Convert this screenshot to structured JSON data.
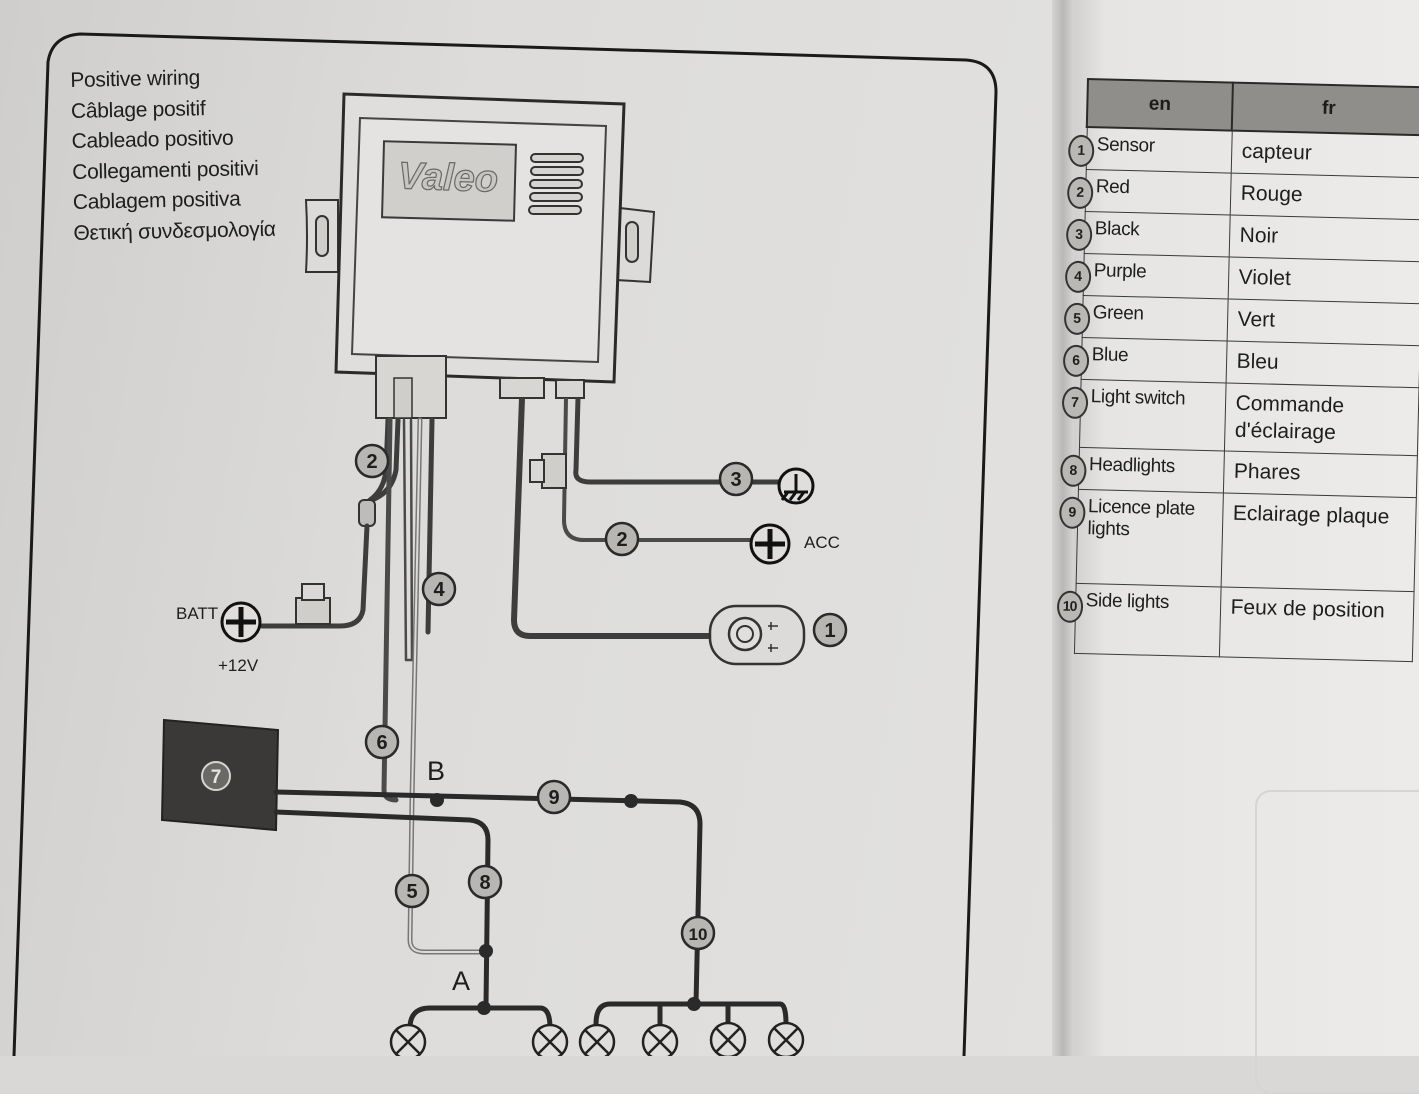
{
  "titles": [
    "Positive wiring",
    "Câblage positif",
    "Cableado positivo",
    "Collegamenti positivi",
    "Cablagem positiva",
    "Θετική συνδεσμολογία"
  ],
  "device": {
    "brand": "Valeo"
  },
  "labels": {
    "batt": "BATT",
    "plus12v": "+12V",
    "acc": "ACC",
    "node_b": "B",
    "node_a": "A"
  },
  "wire_badges": {
    "red_upper": "2",
    "purple": "4",
    "black_ground": "3",
    "red_acc": "2",
    "sensor": "1",
    "blue": "6",
    "licence": "9",
    "green": "5",
    "headlights": "8",
    "side_lights": "10",
    "switch": "7"
  },
  "legend": {
    "headers": {
      "en": "en",
      "fr": "fr"
    },
    "rows": [
      {
        "num": "1",
        "en": "Sensor",
        "fr": "capteur"
      },
      {
        "num": "2",
        "en": "Red",
        "fr": "Rouge"
      },
      {
        "num": "3",
        "en": "Black",
        "fr": "Noir"
      },
      {
        "num": "4",
        "en": "Purple",
        "fr": "Violet"
      },
      {
        "num": "5",
        "en": "Green",
        "fr": "Vert"
      },
      {
        "num": "6",
        "en": "Blue",
        "fr": "Bleu"
      },
      {
        "num": "7",
        "en": "Light switch",
        "fr": "Commande d'éclairage"
      },
      {
        "num": "8",
        "en": "Headlights",
        "fr": "Phares"
      },
      {
        "num": "9",
        "en": "Licence plate lights",
        "fr": "Eclairage plaque"
      },
      {
        "num": "10",
        "en": "Side lights",
        "fr": "Feux de position"
      }
    ]
  }
}
